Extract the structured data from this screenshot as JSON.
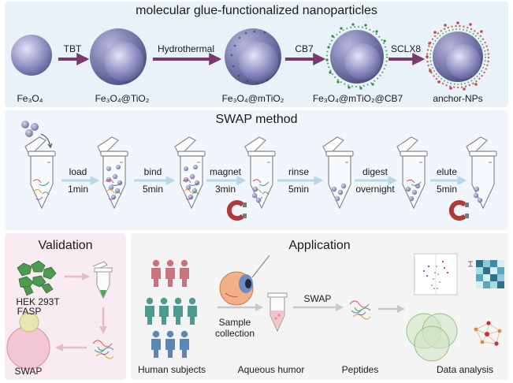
{
  "top": {
    "title": "molecular glue-functionalized nanoparticles",
    "arrows": [
      "TBT",
      "Hydrothermal",
      "CB7",
      "SCLX8"
    ],
    "particles": [
      "Fe₃O₄",
      "Fe₃O₄@TiO₂",
      "Fe₃O₄@mTiO₂",
      "Fe₃O₄@mTiO₂@CB7",
      "anchor-NPs"
    ]
  },
  "swap": {
    "title": "SWAP method",
    "steps": [
      {
        "action": "load",
        "time": "1min"
      },
      {
        "action": "bind",
        "time": "5min"
      },
      {
        "action": "magnet",
        "time": "3min"
      },
      {
        "action": "rinse",
        "time": "5min"
      },
      {
        "action": "digest",
        "time": "overnight"
      },
      {
        "action": "elute",
        "time": "5min"
      }
    ]
  },
  "validation": {
    "title": "Validation",
    "cell_line": "HEK 293T",
    "methods": [
      "FASP",
      "SWAP"
    ]
  },
  "application": {
    "title": "Application",
    "subjects": "Human subjects",
    "sample_collection": [
      "Sample",
      "collection"
    ],
    "aqueous": "Aqueous humor",
    "swap": "SWAP",
    "peptides": "Peptides",
    "analysis": "Data analysis"
  },
  "colors": {
    "top_bg": "#e9f2f8",
    "swap_bg": "#f0f6fb",
    "validation_bg": "#f8ecf2",
    "application_bg": "#f4f4f4",
    "arrow_purple": "#7a3a6e",
    "arrow_blue": "#b9d6ea",
    "arrow_pink": "#e6b9cd",
    "arrow_gray": "#c8c8c8",
    "sphere": "#8f8fc2",
    "pink_people": "#c9737f",
    "teal_people": "#4e9a90",
    "blue_people": "#5c86b4"
  }
}
